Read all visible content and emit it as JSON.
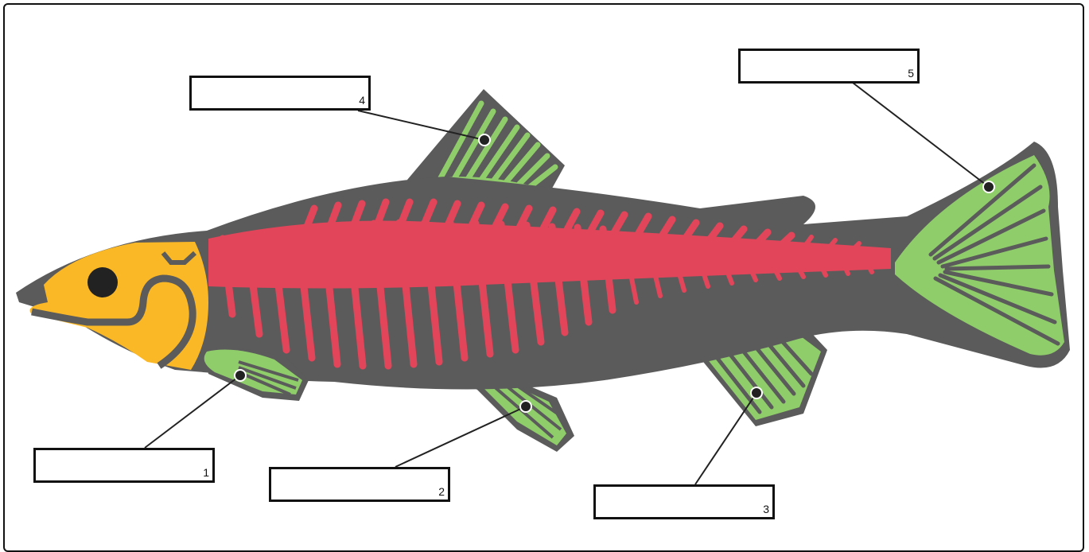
{
  "labels": [
    {
      "id": "1",
      "number": "1",
      "value": ""
    },
    {
      "id": "2",
      "number": "2",
      "value": ""
    },
    {
      "id": "3",
      "number": "3",
      "value": ""
    },
    {
      "id": "4",
      "number": "4",
      "value": ""
    },
    {
      "id": "5",
      "number": "5",
      "value": ""
    }
  ],
  "colors": {
    "body": "#5b5b5b",
    "skull": "#fbb826",
    "spine": "#e2455a",
    "fins": "#8fcd6a",
    "eye": "#222222",
    "leader": "#222222"
  }
}
